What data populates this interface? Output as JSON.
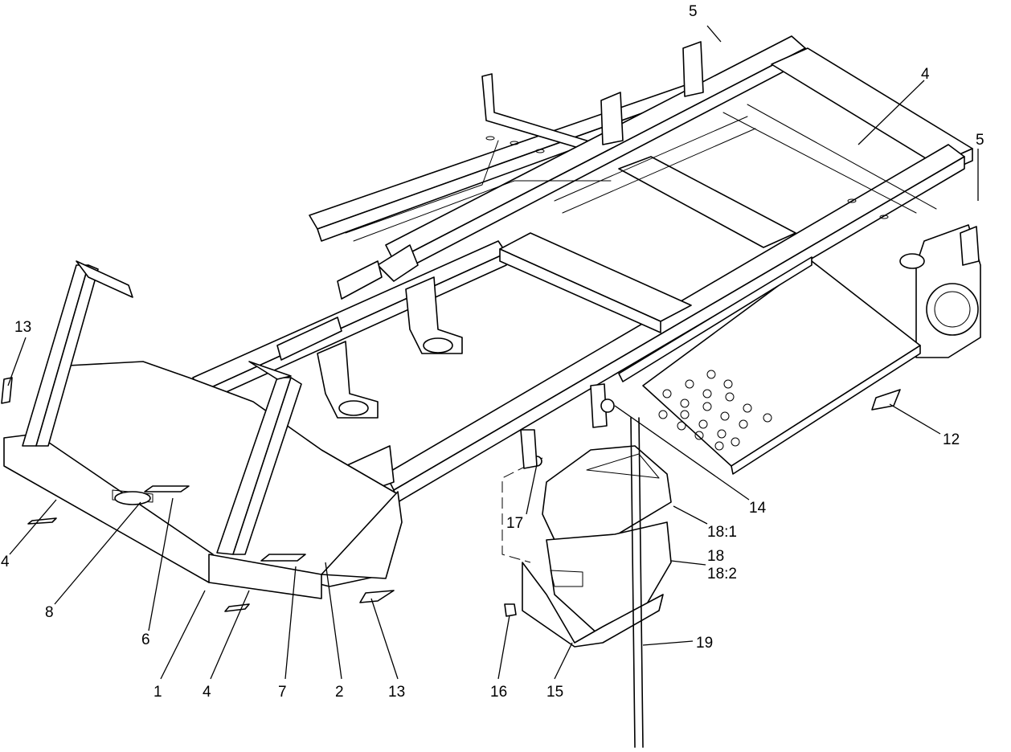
{
  "callouts": {
    "c1": "1",
    "c2": "2",
    "c4a": "4",
    "c4b": "4",
    "c4c": "4",
    "c5a": "5",
    "c5b": "5",
    "c6": "6",
    "c7": "7",
    "c8": "8",
    "c12": "12",
    "c13a": "13",
    "c13b": "13",
    "c14": "14",
    "c15": "15",
    "c16": "16",
    "c17": "17",
    "c18_1": "18:1",
    "c18": "18",
    "c18_2": "18:2",
    "c19": "19"
  }
}
